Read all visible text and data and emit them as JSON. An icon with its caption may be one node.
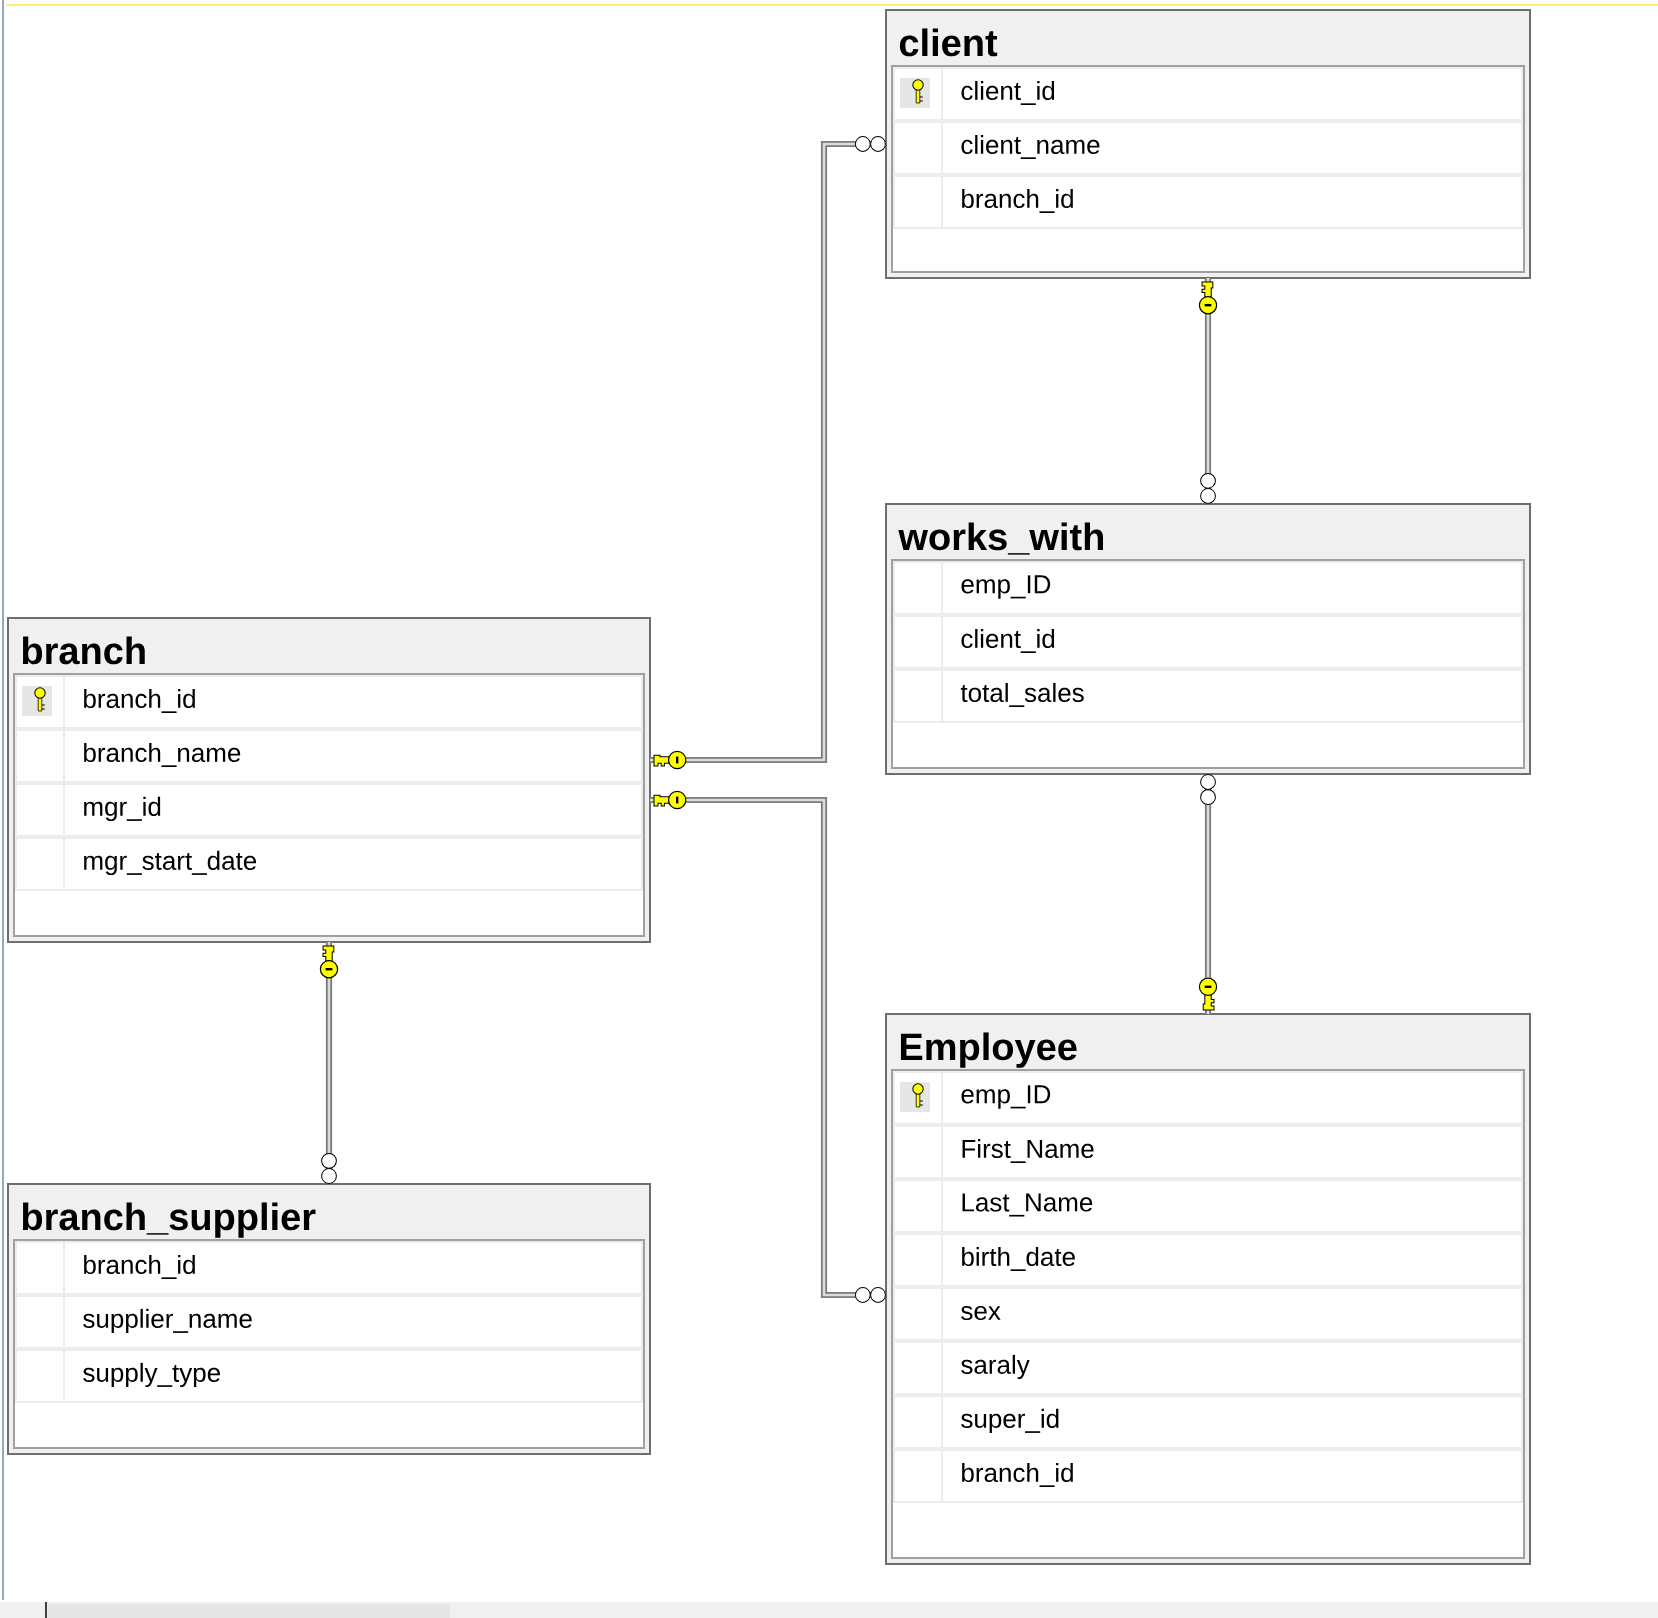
{
  "diagram": {
    "nodes": [
      {
        "text": [
          "client",
          "client_id",
          "client_name",
          "branch_id"
        ]
      },
      {
        "text": [
          "works_with",
          "emp_ID",
          "client_id",
          "total_sales"
        ]
      },
      {
        "text": [
          "branch",
          "branch_id",
          "branch_name",
          "mgr_id",
          "mgr_start_date"
        ]
      },
      {
        "text": [
          "Employee",
          "emp_ID",
          "First_Name",
          "Last_Name",
          "birth_date",
          "sex",
          "saraly",
          "super_id",
          "branch_id"
        ]
      },
      {
        "text": [
          "branch_supplier",
          "branch_id",
          "supplier_name",
          "supply_type"
        ]
      }
    ],
    "edges": [
      {
        "from": 2,
        "to": 0,
        "arrow": "other"
      },
      {
        "from": 0,
        "to": 1,
        "arrow": "other"
      },
      {
        "from": 2,
        "to": 3,
        "arrow": "other"
      },
      {
        "from": 3,
        "to": 1,
        "arrow": "other"
      },
      {
        "from": 2,
        "to": 4,
        "arrow": "other"
      }
    ]
  }
}
